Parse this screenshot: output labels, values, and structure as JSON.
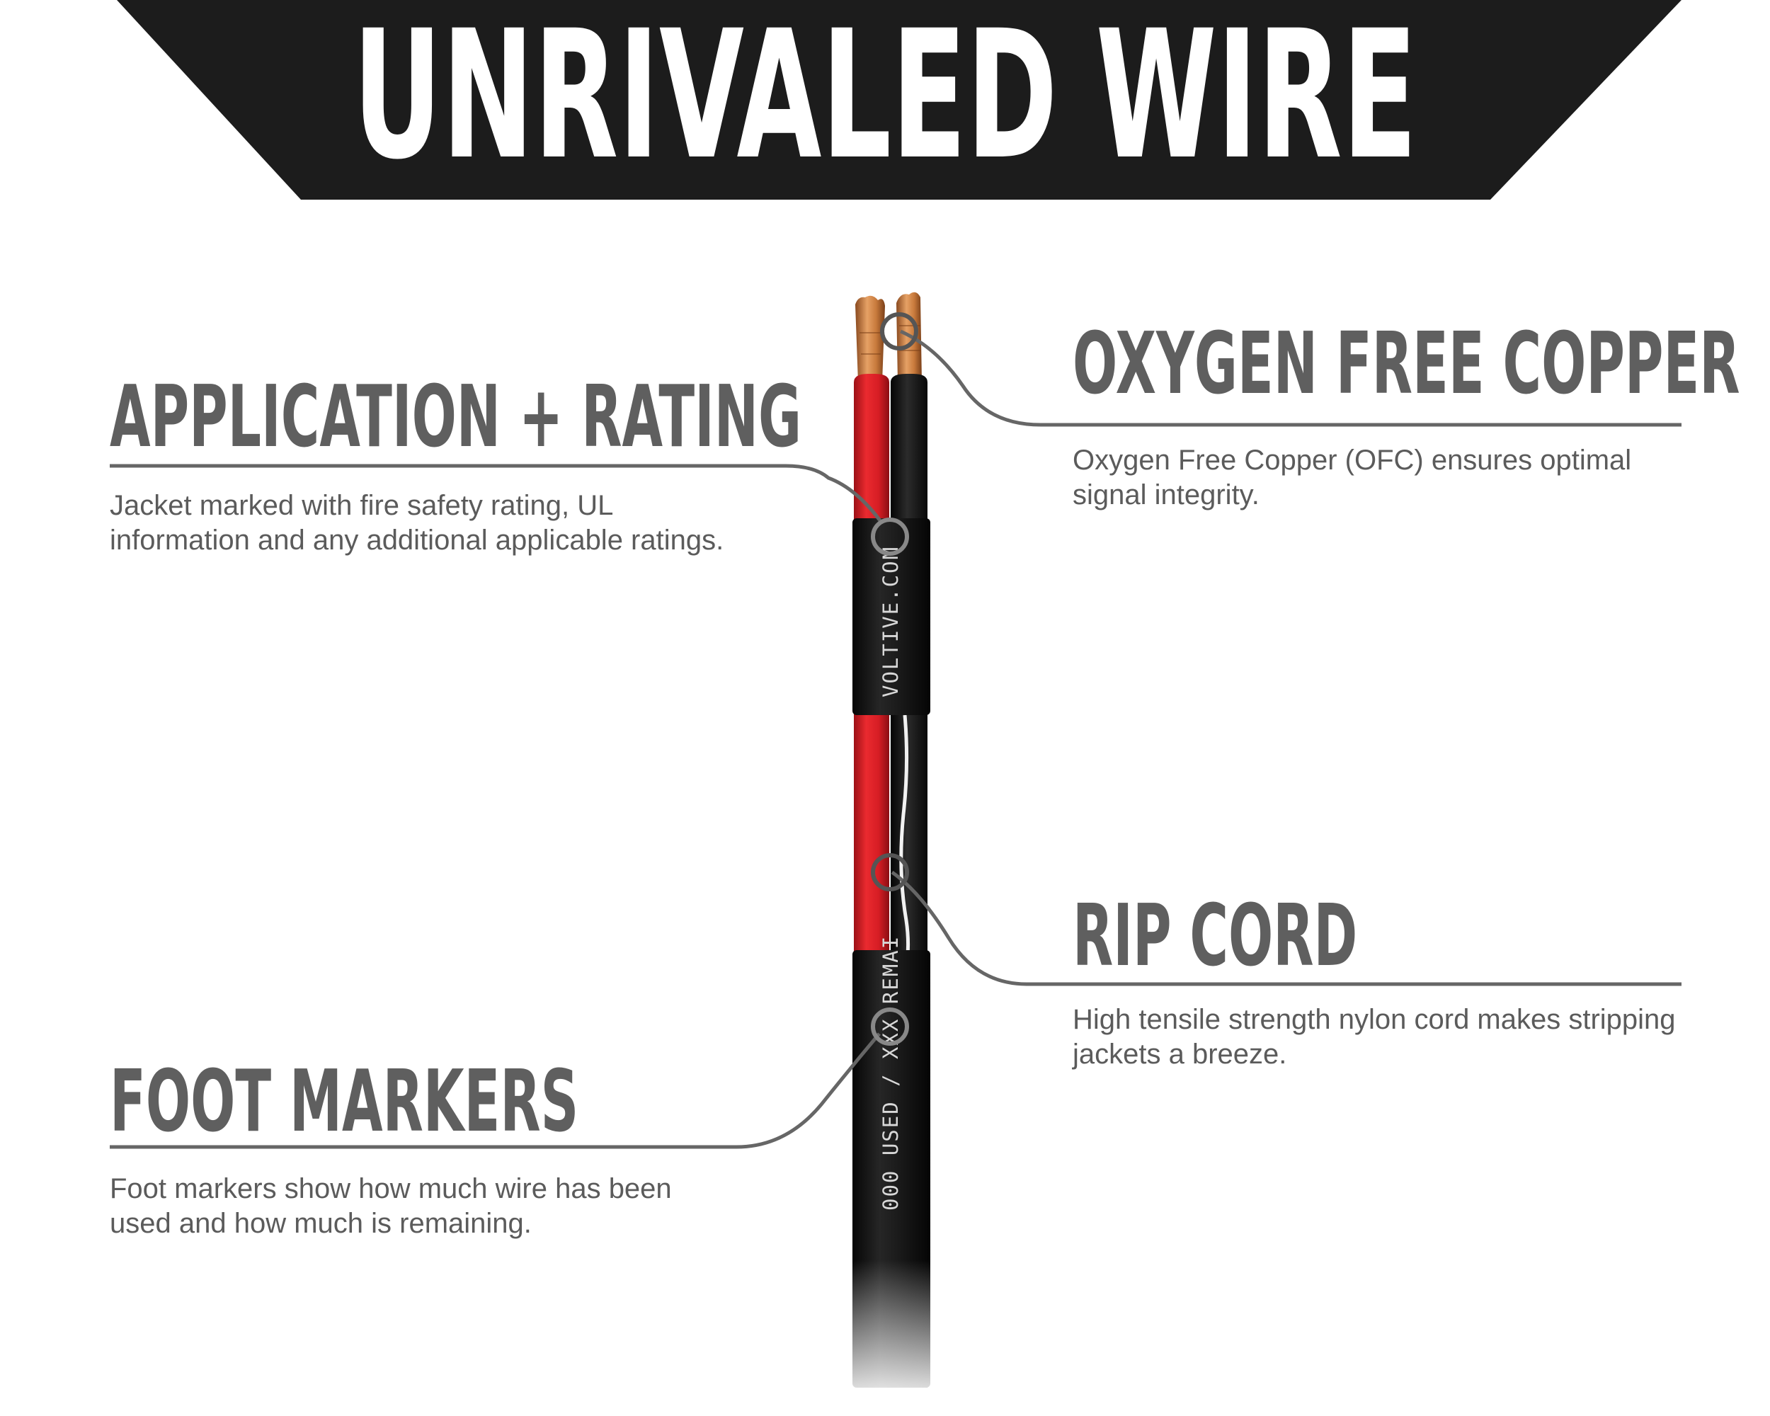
{
  "banner": {
    "title": "UNRIVALED WIRE"
  },
  "callouts": [
    {
      "id": "application-rating",
      "title": "APPLICATION + RATING",
      "description": "Jacket marked with fire safety rating, UL information and any additional applicable ratings."
    },
    {
      "id": "oxygen-free-copper",
      "title": "OXYGEN FREE COPPER",
      "description": "Oxygen Free Copper (OFC) ensures optimal signal integrity."
    },
    {
      "id": "rip-cord",
      "title": "RIP CORD",
      "description": "High tensile strength nylon cord makes stripping jackets a breeze."
    },
    {
      "id": "foot-markers",
      "title": "FOOT MARKERS",
      "description": "Foot markers show how much wire has been used and how much is remaining."
    }
  ],
  "cable": {
    "jacket_print_upper": "VOLTIVE.COM",
    "jacket_print_lower": "000 USED / XXX REMAI"
  },
  "colors": {
    "banner_background": "#1c1c1c",
    "heading_text": "#5f5f5f",
    "leader_line": "#666666",
    "red_conductor": "#d91f26",
    "black_jacket": "#111111",
    "copper": "#c87a3c"
  }
}
